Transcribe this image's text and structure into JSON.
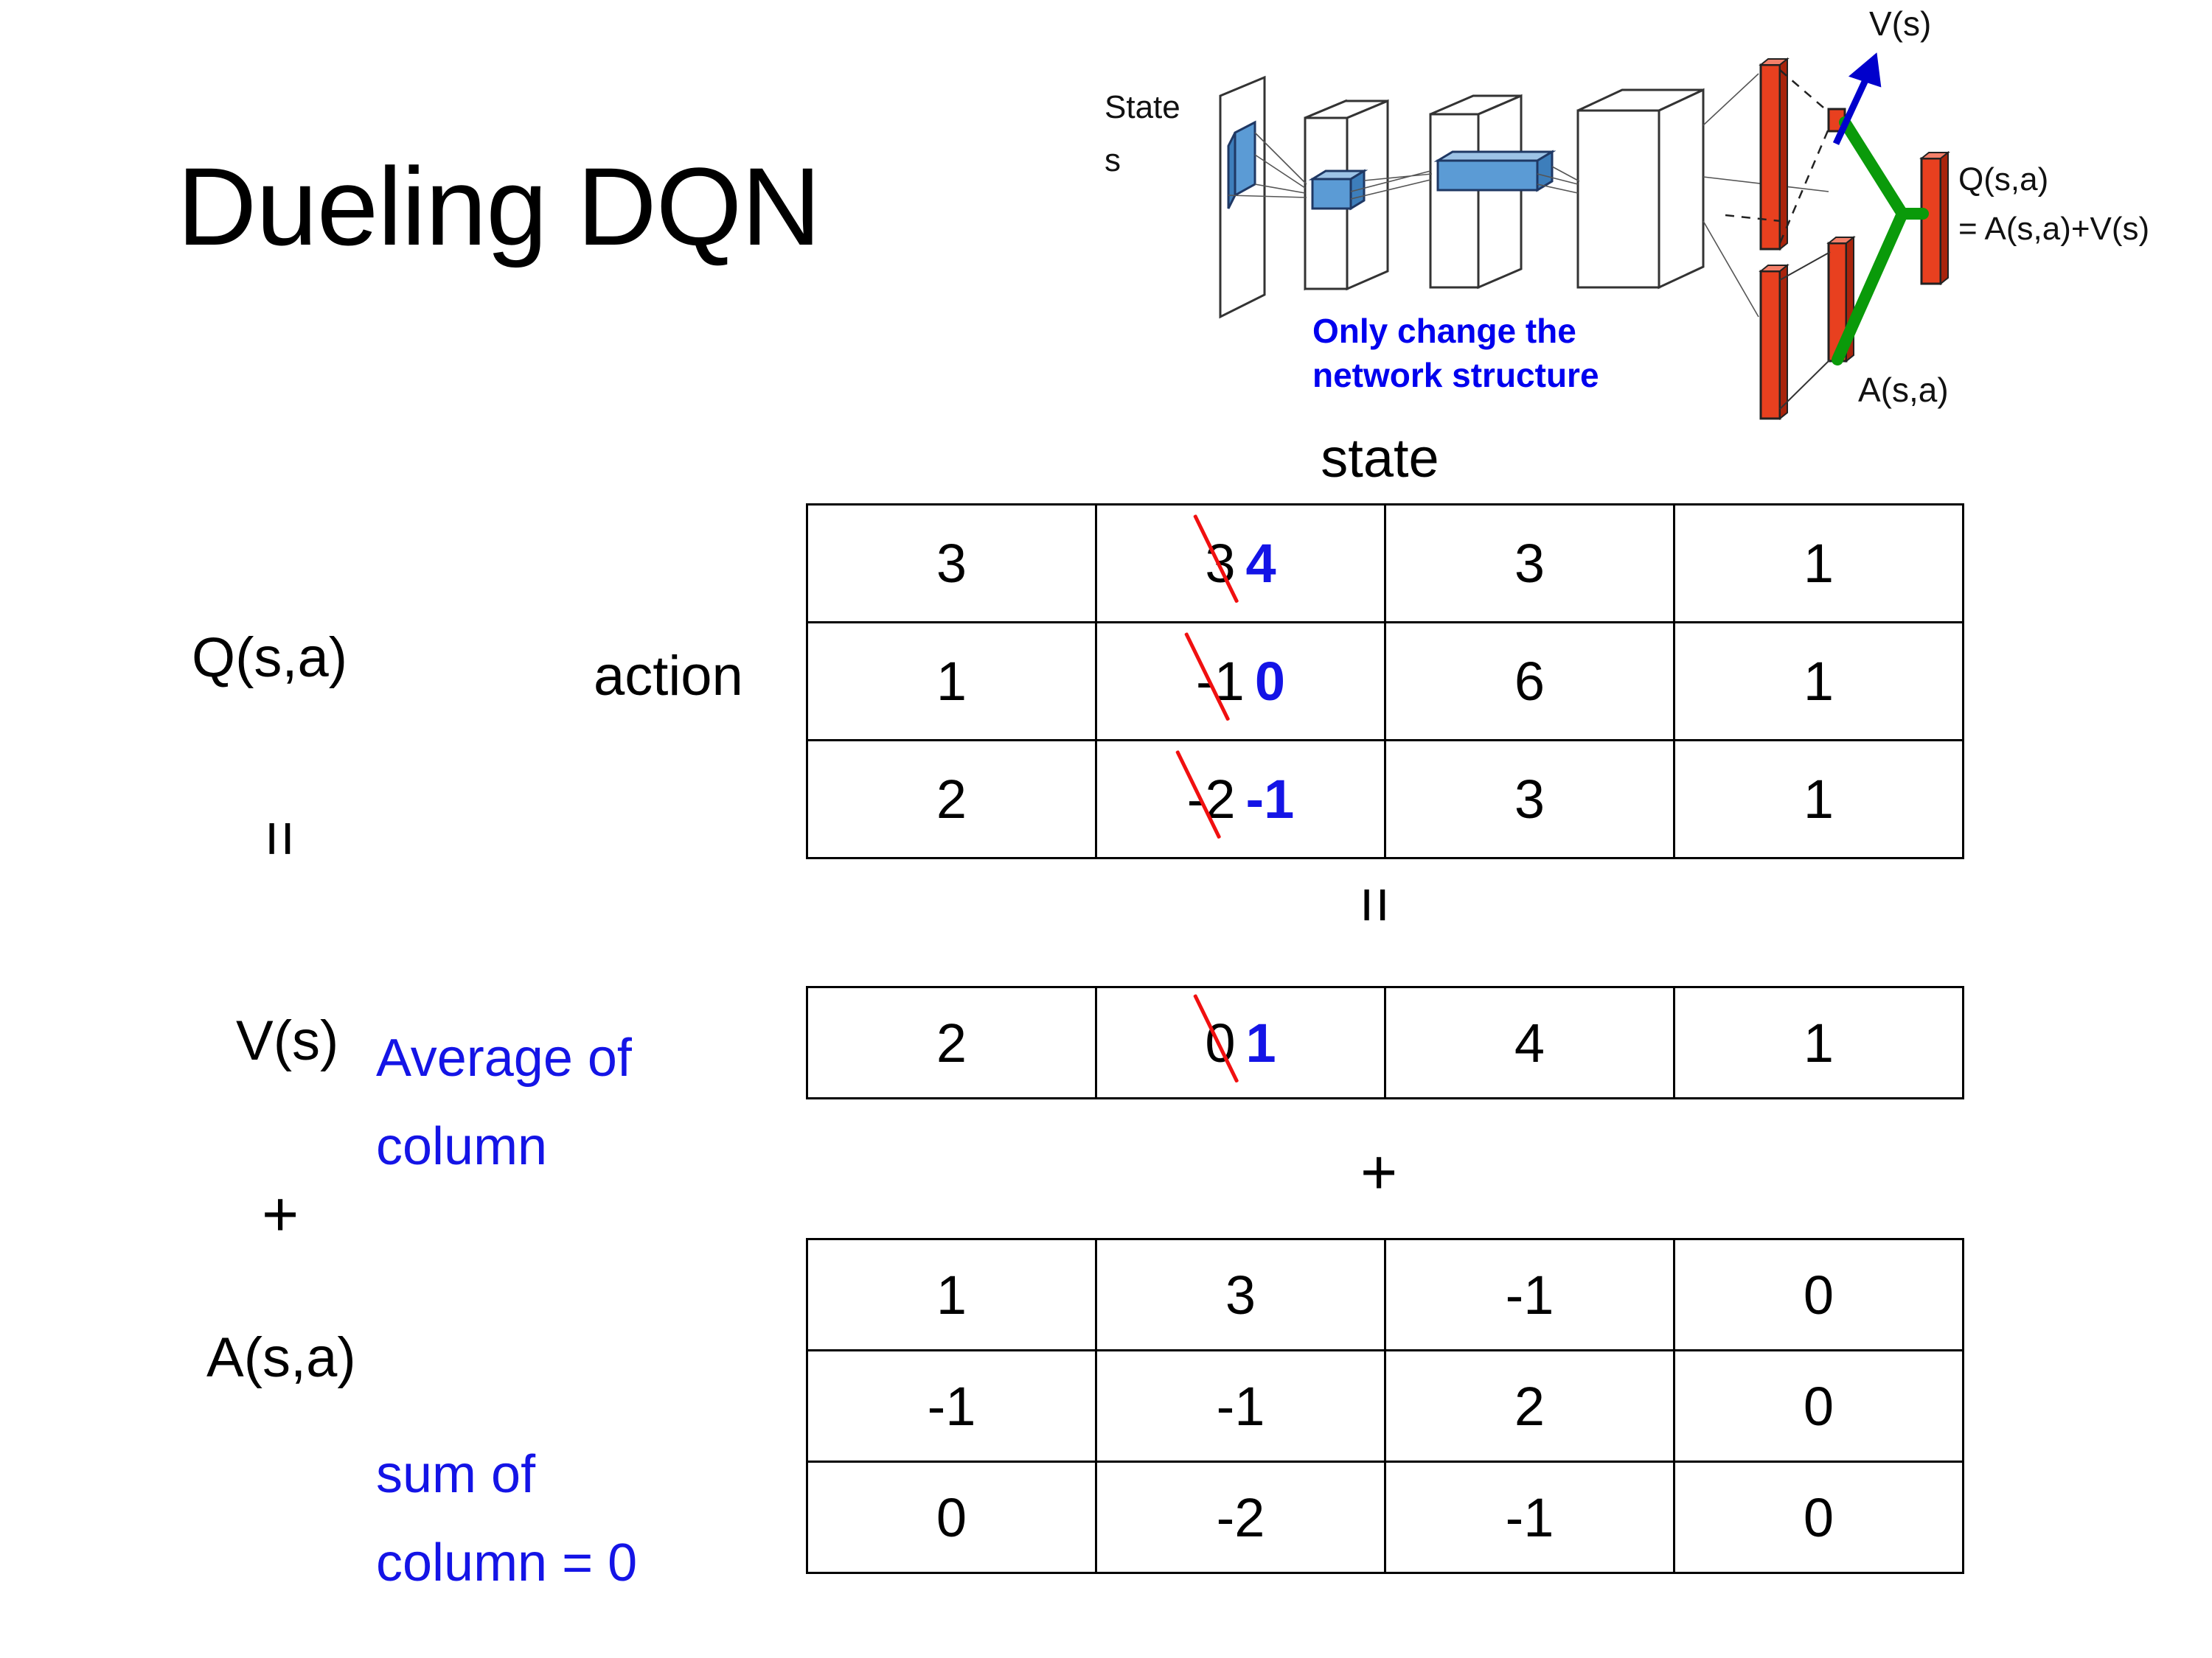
{
  "slide": {
    "title": "Dueling DQN"
  },
  "diagram": {
    "state_label": "State",
    "state_sub": "s",
    "note_line1": "Only change the",
    "note_line2": "network structure",
    "v_label": "V(s)",
    "a_label": "A(s,a)",
    "q_label": "Q(s,a)",
    "q_formula": "= A(s,a)+V(s)",
    "colors": {
      "note": "#0000ee",
      "arrow": "#0000cc",
      "bar": "#ee2200",
      "merge": "#00a000",
      "conv": "#5b9bd5"
    }
  },
  "axes": {
    "state_header": "state",
    "action_header": "action"
  },
  "labels": {
    "q": "Q(s,a)",
    "v": "V(s)",
    "a": "A(s,a)",
    "equals": "=",
    "plus": "+",
    "avg_note_line1": "Average of",
    "avg_note_line2": "column",
    "sum_note_line1": "sum of",
    "sum_note_line2": "column = 0"
  },
  "colors": {
    "accent_blue": "#1414e6",
    "strike_red": "#f01010",
    "text_black": "#000000"
  },
  "chart_data": {
    "type": "table",
    "title": "Dueling DQN value decomposition Q(s,a) = V(s) + A(s,a)",
    "xlabel": "state",
    "ylabel": "action",
    "tables": [
      {
        "name": "Q(s,a)",
        "columns": 4,
        "rows": [
          [
            {
              "value": "3"
            },
            {
              "value": "3",
              "struck": true,
              "replacement": "4"
            },
            {
              "value": "3"
            },
            {
              "value": "1"
            }
          ],
          [
            {
              "value": "1"
            },
            {
              "value": "-1",
              "struck": true,
              "replacement": "0"
            },
            {
              "value": "6"
            },
            {
              "value": "1"
            }
          ],
          [
            {
              "value": "2"
            },
            {
              "value": "-2",
              "struck": true,
              "replacement": "-1"
            },
            {
              "value": "3"
            },
            {
              "value": "1"
            }
          ]
        ]
      },
      {
        "name": "V(s)",
        "columns": 4,
        "rows": [
          [
            {
              "value": "2"
            },
            {
              "value": "0",
              "struck": true,
              "replacement": "1"
            },
            {
              "value": "4"
            },
            {
              "value": "1"
            }
          ]
        ]
      },
      {
        "name": "A(s,a)",
        "columns": 4,
        "rows": [
          [
            {
              "value": "1"
            },
            {
              "value": "3"
            },
            {
              "value": "-1"
            },
            {
              "value": "0"
            }
          ],
          [
            {
              "value": "-1"
            },
            {
              "value": "-1"
            },
            {
              "value": "2"
            },
            {
              "value": "0"
            }
          ],
          [
            {
              "value": "0"
            },
            {
              "value": "-2"
            },
            {
              "value": "-1"
            },
            {
              "value": "0"
            }
          ]
        ]
      }
    ]
  }
}
